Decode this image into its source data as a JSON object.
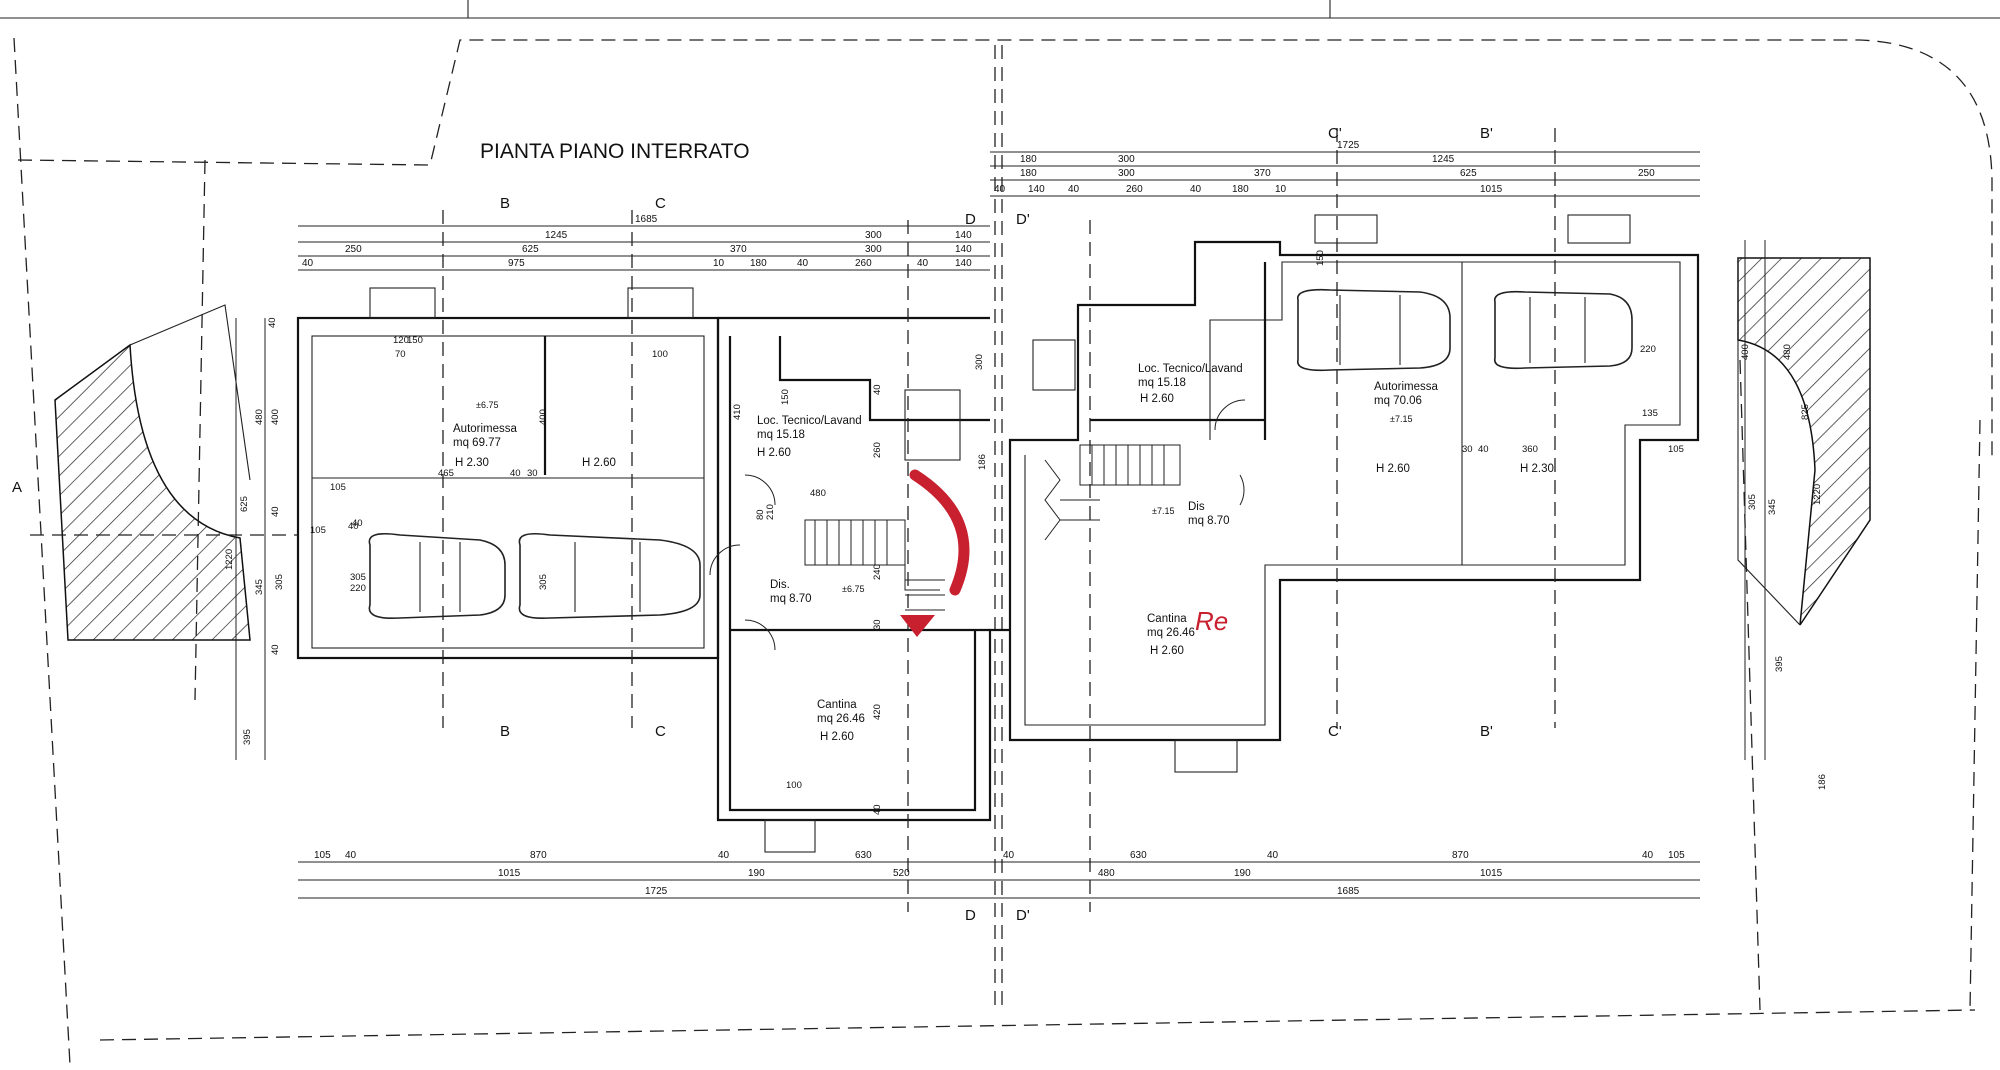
{
  "title": "PIANTA PIANO INTERRATO",
  "accent_color": "#c8202e",
  "rooms": [
    {
      "name": "Autorimessa",
      "area": "mq 69.77",
      "height": "H 2.30"
    },
    {
      "name": "",
      "area": "",
      "height": "H 2.60"
    },
    {
      "name": "Loc. Tecnico/Lavand",
      "area": "mq 15.18",
      "height": "H 2.60"
    },
    {
      "name": "Dis.",
      "area": "mq 8.70",
      "height": ""
    },
    {
      "name": "Cantina",
      "area": "mq 26.46",
      "height": "H 2.60"
    },
    {
      "name": "Loc. Tecnico/Lavand",
      "area": "mq 15.18",
      "height": "H 2.60"
    },
    {
      "name": "Autorimessa",
      "area": "mq 70.06",
      "height": "H 2.60"
    },
    {
      "name": "",
      "area": "",
      "height": "H 2.30"
    },
    {
      "name": "Dis",
      "area": "mq 8.70",
      "height": ""
    },
    {
      "name": "Cantina",
      "area": "mq 26.46",
      "height": "H 2.60"
    }
  ],
  "levels": [
    "±6.75",
    "±6.75",
    "±7.15",
    "±7.15"
  ],
  "section_marks": [
    "A",
    "B",
    "C",
    "D",
    "B",
    "C",
    "D",
    "D'",
    "D'",
    "C'",
    "B'",
    "C'",
    "B'"
  ],
  "dimensions": {
    "left_top": [
      "1685",
      "1245",
      "300",
      "140",
      "250",
      "625",
      "370",
      "300",
      "140",
      "40",
      "975",
      "10",
      "180",
      "40",
      "260",
      "40",
      "140"
    ],
    "left_bottom": [
      "105",
      "40",
      "870",
      "40",
      "630",
      "1015",
      "190",
      "520",
      "1725"
    ],
    "right_top": [
      "1725",
      "180",
      "300",
      "1245",
      "180",
      "300",
      "370",
      "625",
      "250",
      "40",
      "140",
      "40",
      "260",
      "40",
      "180",
      "10",
      "1015"
    ],
    "right_bottom": [
      "40",
      "630",
      "40",
      "870",
      "40",
      "105",
      "480",
      "190",
      "1015",
      "1685"
    ],
    "misc": [
      "40",
      "480",
      "400",
      "40",
      "625",
      "40",
      "1220",
      "345",
      "305",
      "40",
      "395",
      "120",
      "150",
      "70",
      "100",
      "105",
      "465",
      "40",
      "30",
      "105",
      "40",
      "305",
      "220",
      "400",
      "305",
      "410",
      "150",
      "40",
      "260",
      "480",
      "80",
      "210",
      "240",
      "30",
      "186",
      "300",
      "420",
      "40",
      "100",
      "150",
      "135",
      "360",
      "30",
      "40",
      "105",
      "1220",
      "345",
      "825",
      "480",
      "400",
      "186",
      "395",
      "305",
      "220"
    ]
  },
  "watermark": "Re"
}
